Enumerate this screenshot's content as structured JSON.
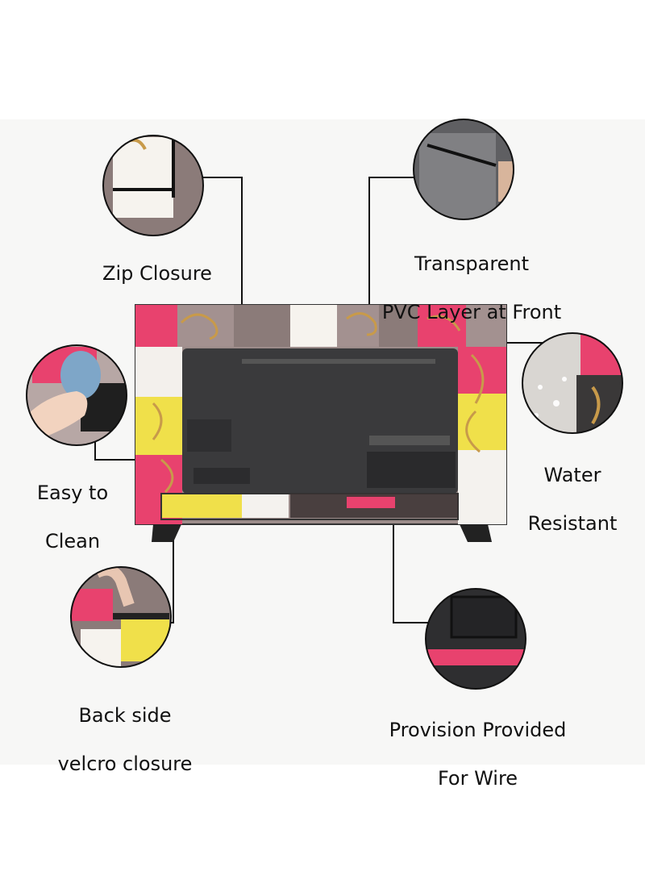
{
  "features": {
    "zip_closure": {
      "line1": "Zip Closure"
    },
    "transparent": {
      "line1": "Transparent",
      "line2": "PVC Layer at Front"
    },
    "easy_clean": {
      "line1": "Easy to",
      "line2": "Clean"
    },
    "water_resistant": {
      "line1": "Water",
      "line2": "Resistant"
    },
    "velcro": {
      "line1": "Back side",
      "line2": "velcro closure"
    },
    "wire": {
      "line1": "Provision Provided",
      "line2": "For Wire"
    }
  },
  "colors": {
    "pink": "#e8426e",
    "taupe": "#8f7f7c",
    "gold": "#c89a4a",
    "yellow": "#f0e04a",
    "tv_body": "#3a3a3c"
  }
}
